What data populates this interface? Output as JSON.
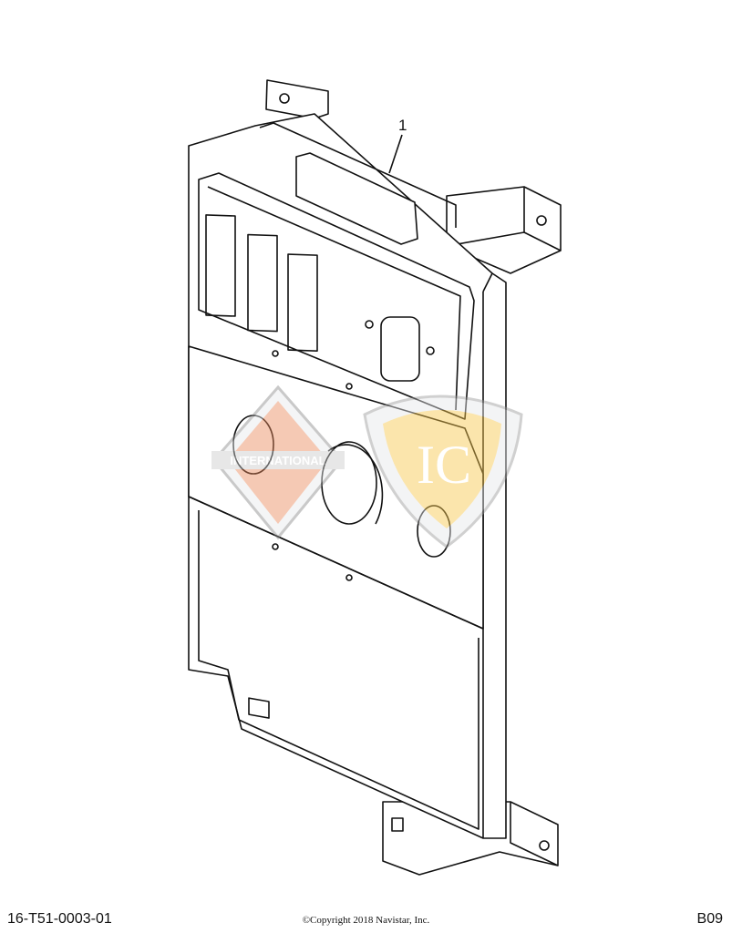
{
  "diagram": {
    "callouts": [
      {
        "label": "1"
      }
    ],
    "watermarks": {
      "left_logo_text": "INTERNATIONAL",
      "right_logo_text": "IC"
    }
  },
  "footer": {
    "part_code": "16-T51-0003-01",
    "copyright": "©Copyright 2018 Navistar, Inc.",
    "page_code": "B09"
  }
}
